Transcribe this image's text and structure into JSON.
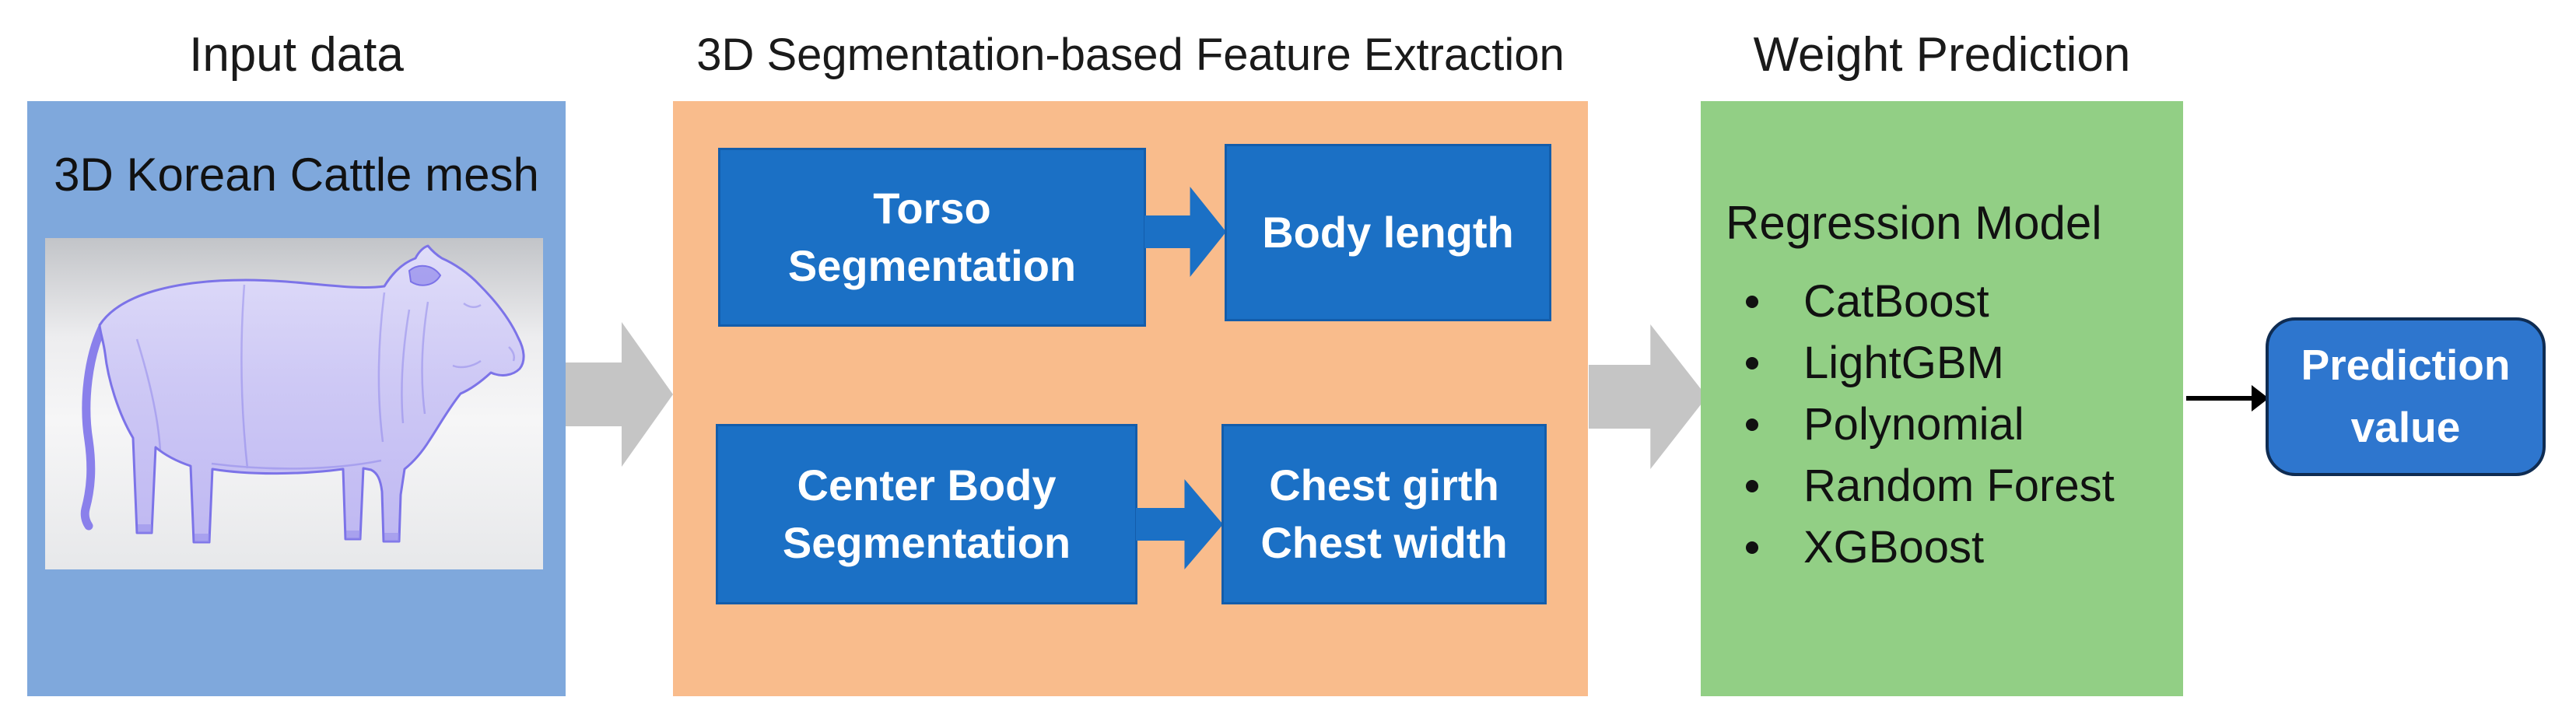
{
  "titles": {
    "input_data": "Input data",
    "feature_extraction": "3D Segmentation-based Feature Extraction",
    "weight_prediction": "Weight Prediction"
  },
  "input_panel": {
    "label": "3D Korean Cattle mesh",
    "illustration": "3d-korean-cattle-mesh-render"
  },
  "feature_panel": {
    "top_flow": {
      "source_lines": [
        "Torso",
        "Segmentation"
      ],
      "result_lines": [
        "Body length"
      ]
    },
    "bottom_flow": {
      "source_lines": [
        "Center Body",
        "Segmentation"
      ],
      "result_lines": [
        "Chest girth",
        "Chest width"
      ]
    }
  },
  "weight_panel": {
    "heading": "Regression Model",
    "models": [
      "CatBoost",
      "LightGBM",
      "Polynomial",
      "Random Forest",
      "XGBoost"
    ]
  },
  "output": {
    "label_lines": [
      "Prediction",
      "value"
    ]
  },
  "colors": {
    "input_panel": "#7FA8DC",
    "feature_panel": "#F9BC8C",
    "weight_panel": "#92CF85",
    "process_box": "#1B70C5",
    "output_box": "#2E76CE",
    "output_box_border": "#0F2C52",
    "flow_arrow_gray": "#C5C5C5",
    "connector_black": "#000000",
    "cow_mesh_fill": "#CEC9F5",
    "cow_mesh_stroke": "#7C73E8",
    "title_text": "#1A1A1A",
    "box_text": "#FFFFFF"
  }
}
